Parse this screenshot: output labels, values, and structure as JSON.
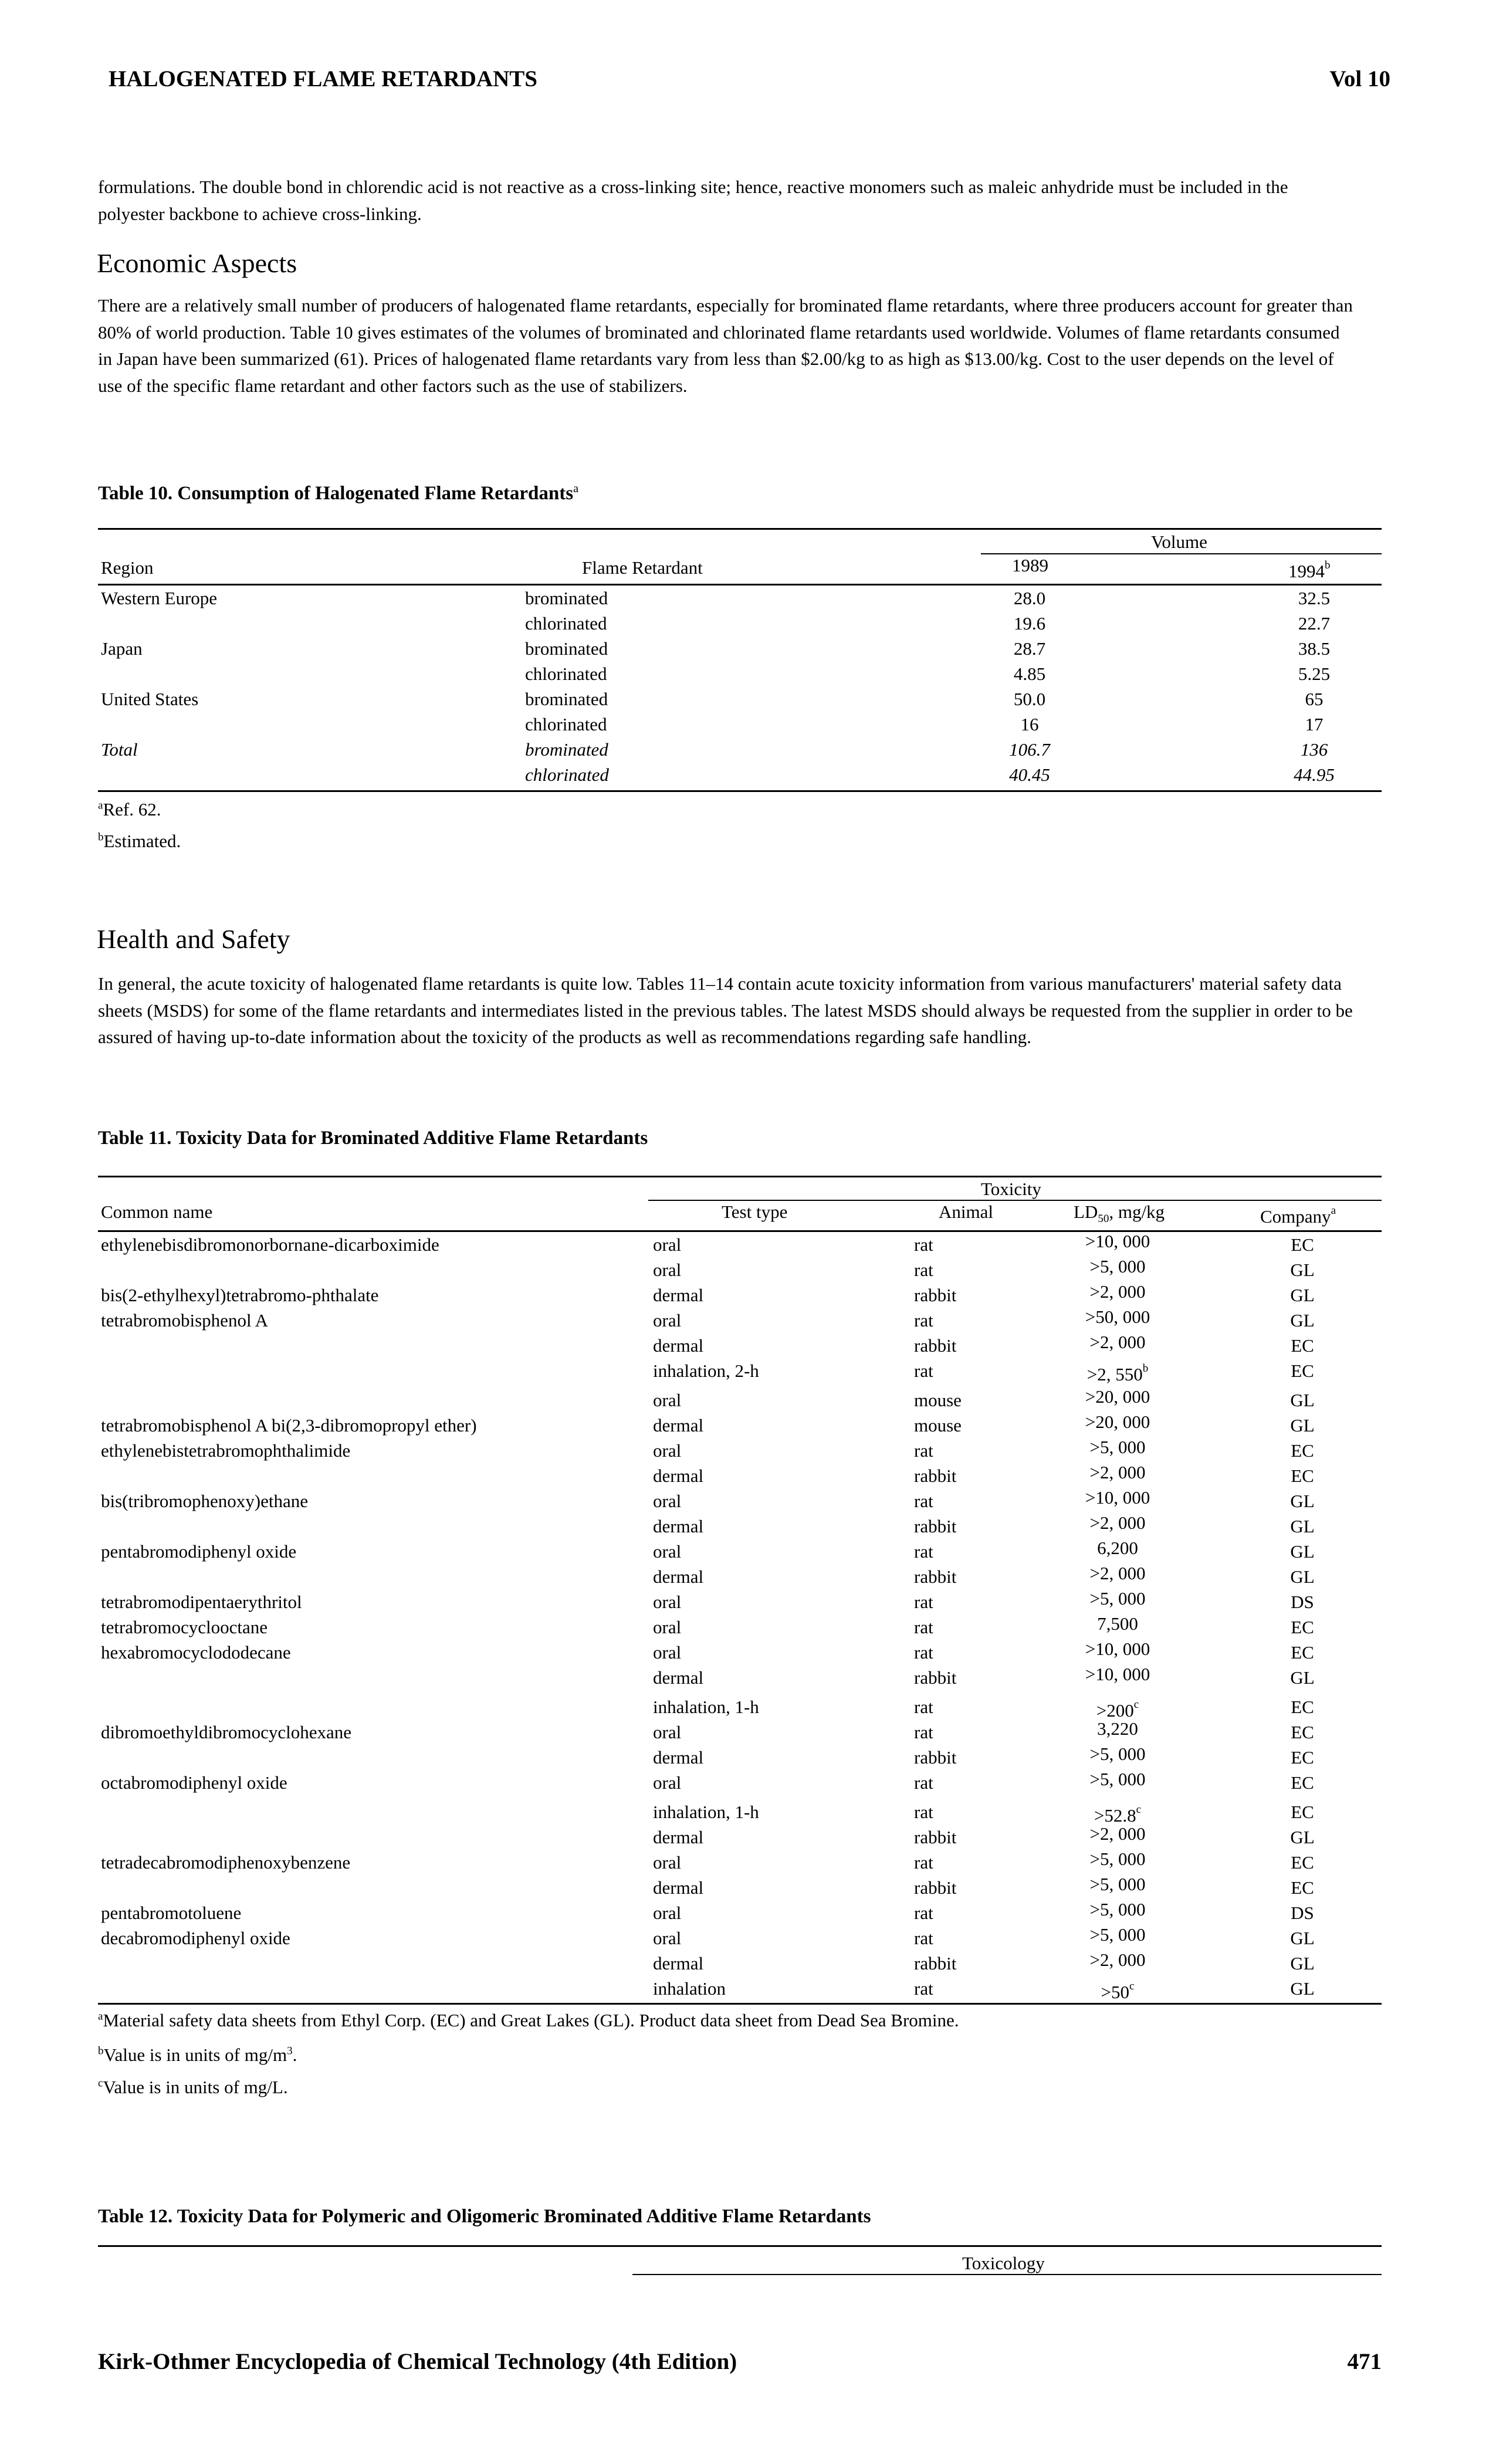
{
  "header": {
    "left": "HALOGENATED FLAME RETARDANTS",
    "right": "Vol 10"
  },
  "intro_paragraph": "formulations. The double bond in chlorendic acid is not reactive as a cross-linking site; hence, reactive monomers such as maleic anhydride must be included in the polyester backbone to achieve cross-linking.",
  "economic": {
    "heading": "Economic Aspects",
    "paragraph": "There are a relatively small number of producers of halogenated flame retardants, especially for brominated flame retardants, where three producers account for greater than 80% of world production. Table 10 gives estimates of the volumes of brominated and chlorinated flame retardants used worldwide. Volumes of flame retardants consumed in Japan have been summarized (61). Prices of halogenated flame retardants vary from less than $2.00/kg to as high as $13.00/kg. Cost to the user depends on the level of use of the specific flame retardant and other factors such as the use of stabilizers."
  },
  "table10": {
    "caption": "Table 10. Consumption of Halogenated Flame Retardants",
    "caption_mark": "a",
    "group_header": "Volume",
    "headers": {
      "region": "Region",
      "retardant": "Flame Retardant",
      "y1989": "1989",
      "y1994": "1994",
      "y1994_mark": "b"
    },
    "rows": [
      {
        "region": "Western Europe",
        "retardant": "brominated",
        "v1989": "28.0",
        "v1994": "32.5",
        "italic": false
      },
      {
        "region": "",
        "retardant": "chlorinated",
        "v1989": "19.6",
        "v1994": "22.7",
        "italic": false
      },
      {
        "region": "Japan",
        "retardant": "brominated",
        "v1989": "28.7",
        "v1994": "38.5",
        "italic": false
      },
      {
        "region": "",
        "retardant": "chlorinated",
        "v1989": "4.85",
        "v1994": "5.25",
        "italic": false
      },
      {
        "region": "United States",
        "retardant": "brominated",
        "v1989": "50.0",
        "v1994": "65",
        "italic": false
      },
      {
        "region": "",
        "retardant": "chlorinated",
        "v1989": "16",
        "v1994": "17",
        "italic": false
      },
      {
        "region": "Total",
        "retardant": "brominated",
        "v1989": "106.7",
        "v1994": "136",
        "italic": true
      },
      {
        "region": "",
        "retardant": "chlorinated",
        "v1989": "40.45",
        "v1994": "44.95",
        "italic": true
      }
    ],
    "footnotes": [
      {
        "mark": "a",
        "text": "Ref. 62."
      },
      {
        "mark": "b",
        "text": "Estimated."
      }
    ]
  },
  "health": {
    "heading": "Health and Safety",
    "paragraph": "In general, the acute toxicity of halogenated flame retardants is quite low. Tables 11–14 contain acute toxicity information from various manufacturers' material safety data sheets (MSDS) for some of the flame retardants and intermediates listed in the previous tables. The latest MSDS should always be requested from the supplier in order to be assured of having up-to-date information about the toxicity of the products as well as recommendations regarding safe handling."
  },
  "table11": {
    "caption": "Table 11. Toxicity Data for Brominated Additive Flame Retardants",
    "group_header": "Toxicity",
    "headers": {
      "name": "Common name",
      "test": "Test type",
      "animal": "Animal",
      "ld50_pre": "LD",
      "ld50_sub": "50",
      "ld50_post": ", mg/kg",
      "company": "Company",
      "company_mark": "a"
    },
    "rows": [
      {
        "name": "ethylenebisdibromonorbornane-dicarboximide",
        "test": "oral",
        "animal": "rat",
        "ld": ">10, 000",
        "mark": "",
        "co": "EC"
      },
      {
        "name": "",
        "test": "oral",
        "animal": "rat",
        "ld": ">5, 000",
        "mark": "",
        "co": "GL"
      },
      {
        "name": "bis(2-ethylhexyl)tetrabromo-phthalate",
        "test": "dermal",
        "animal": "rabbit",
        "ld": ">2, 000",
        "mark": "",
        "co": "GL"
      },
      {
        "name": "tetrabromobisphenol A",
        "test": "oral",
        "animal": "rat",
        "ld": ">50, 000",
        "mark": "",
        "co": "GL"
      },
      {
        "name": "",
        "test": "dermal",
        "animal": "rabbit",
        "ld": ">2, 000",
        "mark": "",
        "co": "EC"
      },
      {
        "name": "",
        "test": "inhalation, 2-h",
        "animal": "rat",
        "ld": ">2, 550",
        "mark": "b",
        "co": "EC"
      },
      {
        "name": "",
        "test": "oral",
        "animal": "mouse",
        "ld": ">20, 000",
        "mark": "",
        "co": "GL"
      },
      {
        "name": "tetrabromobisphenol A bi(2,3-dibromopropyl ether)",
        "test": "dermal",
        "animal": "mouse",
        "ld": ">20, 000",
        "mark": "",
        "co": "GL"
      },
      {
        "name": "ethylenebistetrabromophthalimide",
        "test": "oral",
        "animal": "rat",
        "ld": ">5, 000",
        "mark": "",
        "co": "EC"
      },
      {
        "name": "",
        "test": "dermal",
        "animal": "rabbit",
        "ld": ">2, 000",
        "mark": "",
        "co": "EC"
      },
      {
        "name": "bis(tribromophenoxy)ethane",
        "test": "oral",
        "animal": "rat",
        "ld": ">10, 000",
        "mark": "",
        "co": "GL"
      },
      {
        "name": "",
        "test": "dermal",
        "animal": "rabbit",
        "ld": ">2, 000",
        "mark": "",
        "co": "GL"
      },
      {
        "name": "pentabromodiphenyl oxide",
        "test": "oral",
        "animal": "rat",
        "ld": "6,200",
        "mark": "",
        "co": "GL"
      },
      {
        "name": "",
        "test": "dermal",
        "animal": "rabbit",
        "ld": ">2, 000",
        "mark": "",
        "co": "GL"
      },
      {
        "name": "tetrabromodipentaerythritol",
        "test": "oral",
        "animal": "rat",
        "ld": ">5, 000",
        "mark": "",
        "co": "DS"
      },
      {
        "name": "tetrabromocyclooctane",
        "test": "oral",
        "animal": "rat",
        "ld": "7,500",
        "mark": "",
        "co": "EC"
      },
      {
        "name": "hexabromocyclododecane",
        "test": "oral",
        "animal": "rat",
        "ld": ">10, 000",
        "mark": "",
        "co": "EC"
      },
      {
        "name": "",
        "test": "dermal",
        "animal": "rabbit",
        "ld": ">10, 000",
        "mark": "",
        "co": "GL"
      },
      {
        "name": "",
        "test": "inhalation, 1-h",
        "animal": "rat",
        "ld": ">200",
        "mark": "c",
        "co": "EC"
      },
      {
        "name": "dibromoethyldibromocyclohexane",
        "test": "oral",
        "animal": "rat",
        "ld": "3,220",
        "mark": "",
        "co": "EC"
      },
      {
        "name": "",
        "test": "dermal",
        "animal": "rabbit",
        "ld": ">5, 000",
        "mark": "",
        "co": "EC"
      },
      {
        "name": "octabromodiphenyl oxide",
        "test": "oral",
        "animal": "rat",
        "ld": ">5, 000",
        "mark": "",
        "co": "EC"
      },
      {
        "name": "",
        "test": "inhalation, 1-h",
        "animal": "rat",
        "ld": ">52.8",
        "mark": "c",
        "co": "EC"
      },
      {
        "name": "",
        "test": "dermal",
        "animal": "rabbit",
        "ld": ">2, 000",
        "mark": "",
        "co": "GL"
      },
      {
        "name": "tetradecabromodiphenoxybenzene",
        "test": "oral",
        "animal": "rat",
        "ld": ">5, 000",
        "mark": "",
        "co": "EC"
      },
      {
        "name": "",
        "test": "dermal",
        "animal": "rabbit",
        "ld": ">5, 000",
        "mark": "",
        "co": "EC"
      },
      {
        "name": "pentabromotoluene",
        "test": "oral",
        "animal": "rat",
        "ld": ">5, 000",
        "mark": "",
        "co": "DS"
      },
      {
        "name": "decabromodiphenyl oxide",
        "test": "oral",
        "animal": "rat",
        "ld": ">5, 000",
        "mark": "",
        "co": "GL"
      },
      {
        "name": "",
        "test": "dermal",
        "animal": "rabbit",
        "ld": ">2, 000",
        "mark": "",
        "co": "GL"
      },
      {
        "name": "",
        "test": "inhalation",
        "animal": "rat",
        "ld": ">50",
        "mark": "c",
        "co": "GL"
      }
    ],
    "footnotes": [
      {
        "mark": "a",
        "text": "Material safety data sheets from Ethyl Corp. (EC) and Great Lakes (GL). Product data sheet from Dead Sea Bromine."
      },
      {
        "mark": "b",
        "text": "Value is in units of mg/m",
        "sup": "3",
        "tail": "."
      },
      {
        "mark": "c",
        "text": "Value is in units of mg/L."
      }
    ]
  },
  "table12": {
    "caption": "Table 12. Toxicity Data for Polymeric and Oligomeric Brominated Additive Flame Retardants",
    "group_header": "Toxicology"
  },
  "footer": {
    "left": "Kirk-Othmer Encyclopedia of Chemical Technology (4th Edition)",
    "right": "471"
  }
}
